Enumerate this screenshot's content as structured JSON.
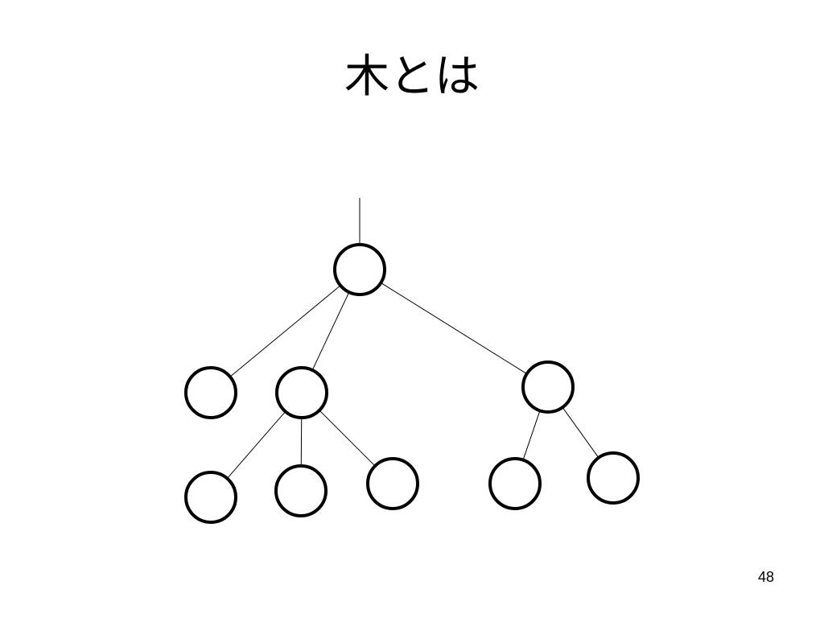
{
  "slide": {
    "title": "木とは",
    "page_number": "48"
  },
  "colors": {
    "background": "#ffffff",
    "stroke": "#000000"
  },
  "tree": {
    "nodes": [
      {
        "id": "root"
      },
      {
        "id": "child-1"
      },
      {
        "id": "child-2"
      },
      {
        "id": "child-3"
      },
      {
        "id": "grandchild-2-1"
      },
      {
        "id": "grandchild-2-2"
      },
      {
        "id": "grandchild-2-3"
      },
      {
        "id": "grandchild-3-1"
      },
      {
        "id": "grandchild-3-2"
      }
    ],
    "edges": [
      {
        "from": "root",
        "to": "child-1"
      },
      {
        "from": "root",
        "to": "child-2"
      },
      {
        "from": "root",
        "to": "child-3"
      },
      {
        "from": "child-2",
        "to": "grandchild-2-1"
      },
      {
        "from": "child-2",
        "to": "grandchild-2-2"
      },
      {
        "from": "child-2",
        "to": "grandchild-2-3"
      },
      {
        "from": "child-3",
        "to": "grandchild-3-1"
      },
      {
        "from": "child-3",
        "to": "grandchild-3-2"
      }
    ]
  }
}
